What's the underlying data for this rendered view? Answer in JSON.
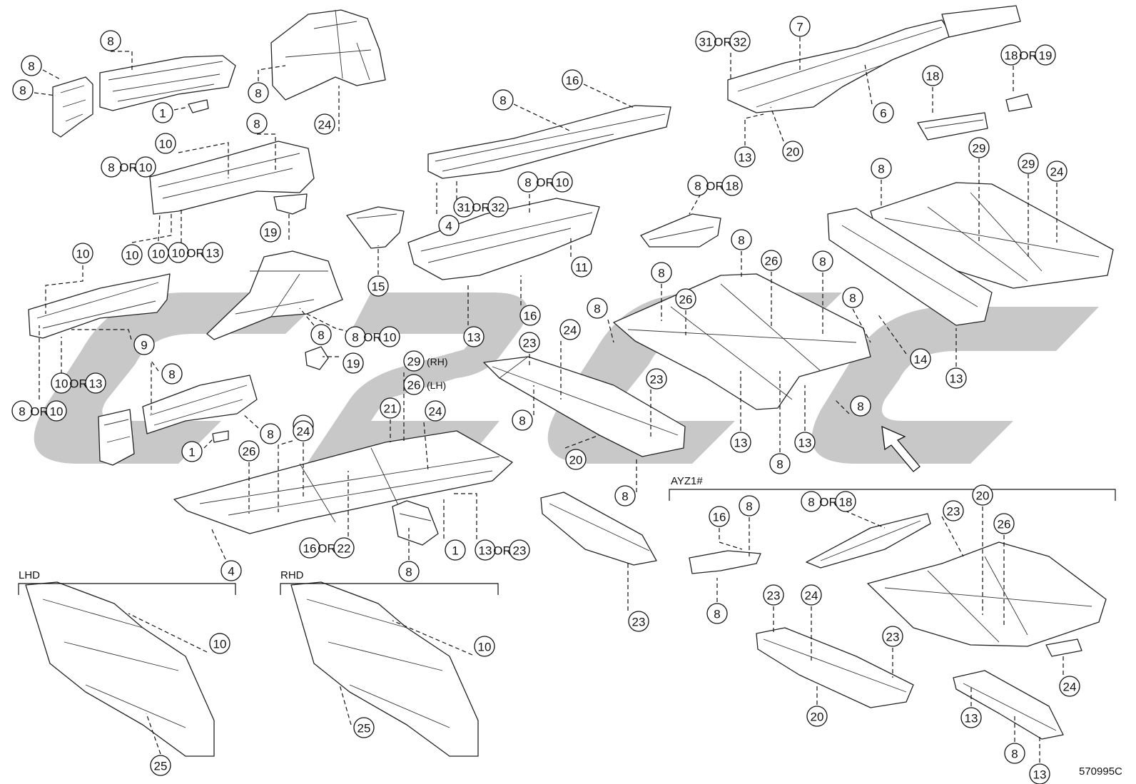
{
  "diagram": {
    "code": "570995C",
    "or_word": "OR",
    "group_labels": {
      "lhd": "LHD",
      "rhd": "RHD",
      "ayz": "AYZ1#"
    },
    "rh_tag": "(RH)",
    "lh_tag": "(LH)",
    "watermark": "c2c"
  },
  "callouts": [
    {
      "id": "c1",
      "nums": [
        "8"
      ]
    },
    {
      "id": "c2",
      "nums": [
        "8"
      ]
    },
    {
      "id": "c3",
      "nums": [
        "8"
      ]
    },
    {
      "id": "c4",
      "nums": [
        "1"
      ]
    },
    {
      "id": "c5",
      "nums": [
        "8"
      ]
    },
    {
      "id": "c6",
      "nums": [
        "24"
      ]
    },
    {
      "id": "c7",
      "nums": [
        "10"
      ]
    },
    {
      "id": "c8",
      "nums": [
        "8",
        "10"
      ]
    },
    {
      "id": "c9",
      "nums": [
        "8"
      ]
    },
    {
      "id": "c10",
      "nums": [
        "19"
      ]
    },
    {
      "id": "c11",
      "nums": [
        "10"
      ]
    },
    {
      "id": "c12",
      "nums": [
        "10"
      ]
    },
    {
      "id": "c13",
      "nums": [
        "10",
        "13"
      ]
    },
    {
      "id": "c14",
      "nums": [
        "10"
      ]
    },
    {
      "id": "c15",
      "nums": [
        "9"
      ]
    },
    {
      "id": "c16",
      "nums": [
        "10",
        "13"
      ]
    },
    {
      "id": "c17",
      "nums": [
        "8",
        "10"
      ]
    },
    {
      "id": "c18",
      "nums": [
        "8"
      ]
    },
    {
      "id": "c19",
      "nums": [
        "8"
      ]
    },
    {
      "id": "c20",
      "nums": [
        "1"
      ]
    },
    {
      "id": "c21",
      "nums": [
        "24"
      ]
    },
    {
      "id": "c22",
      "nums": [
        "8",
        "10"
      ]
    },
    {
      "id": "c23",
      "nums": [
        "19"
      ]
    },
    {
      "id": "c24",
      "nums": [
        "8"
      ]
    },
    {
      "id": "c25",
      "nums": [
        "16"
      ]
    },
    {
      "id": "c26",
      "nums": [
        "8"
      ]
    },
    {
      "id": "c27",
      "nums": [
        "31",
        "32"
      ]
    },
    {
      "id": "c28",
      "nums": [
        "4"
      ]
    },
    {
      "id": "c29",
      "nums": [
        "15"
      ]
    },
    {
      "id": "c30",
      "nums": [
        "8",
        "10"
      ]
    },
    {
      "id": "c31",
      "nums": [
        "11"
      ]
    },
    {
      "id": "c32",
      "nums": [
        "13"
      ]
    },
    {
      "id": "c33",
      "nums": [
        "16"
      ]
    },
    {
      "id": "c34",
      "nums": [
        "26"
      ]
    },
    {
      "id": "c35",
      "nums": [
        "24"
      ]
    },
    {
      "id": "c36",
      "nums": [
        "16",
        "22"
      ]
    },
    {
      "id": "c37",
      "nums": [
        "4"
      ]
    },
    {
      "id": "c38",
      "nums": [
        "21"
      ]
    },
    {
      "id": "c39",
      "nums": [
        "29"
      ],
      "tag": "rh"
    },
    {
      "id": "c40",
      "nums": [
        "26"
      ],
      "tag": "lh"
    },
    {
      "id": "c41",
      "nums": [
        "24"
      ]
    },
    {
      "id": "c42",
      "nums": [
        "8"
      ]
    },
    {
      "id": "c43",
      "nums": [
        "1"
      ]
    },
    {
      "id": "c44",
      "nums": [
        "13",
        "23"
      ]
    },
    {
      "id": "c45",
      "nums": [
        "23"
      ]
    },
    {
      "id": "c46",
      "nums": [
        "24"
      ]
    },
    {
      "id": "c47",
      "nums": [
        "8"
      ]
    },
    {
      "id": "c48",
      "nums": [
        "8"
      ]
    },
    {
      "id": "c49",
      "nums": [
        "20"
      ]
    },
    {
      "id": "c50",
      "nums": [
        "23"
      ]
    },
    {
      "id": "c51",
      "nums": [
        "8"
      ]
    },
    {
      "id": "c52",
      "nums": [
        "23"
      ]
    },
    {
      "id": "c53",
      "nums": [
        "31",
        "32"
      ]
    },
    {
      "id": "c54",
      "nums": [
        "7"
      ]
    },
    {
      "id": "c55",
      "nums": [
        "6"
      ]
    },
    {
      "id": "c56",
      "nums": [
        "13"
      ]
    },
    {
      "id": "c57",
      "nums": [
        "20"
      ]
    },
    {
      "id": "c58",
      "nums": [
        "18",
        "19"
      ]
    },
    {
      "id": "c59",
      "nums": [
        "18"
      ]
    },
    {
      "id": "c60",
      "nums": [
        "8"
      ]
    },
    {
      "id": "c61",
      "nums": [
        "29"
      ]
    },
    {
      "id": "c62",
      "nums": [
        "29"
      ]
    },
    {
      "id": "c63",
      "nums": [
        "24"
      ]
    },
    {
      "id": "c64",
      "nums": [
        "8",
        "18"
      ]
    },
    {
      "id": "c65",
      "nums": [
        "8"
      ]
    },
    {
      "id": "c66",
      "nums": [
        "26"
      ]
    },
    {
      "id": "c67",
      "nums": [
        "8"
      ]
    },
    {
      "id": "c68",
      "nums": [
        "8"
      ]
    },
    {
      "id": "c69",
      "nums": [
        "26"
      ]
    },
    {
      "id": "c70",
      "nums": [
        "8"
      ]
    },
    {
      "id": "c71",
      "nums": [
        "13"
      ]
    },
    {
      "id": "c72",
      "nums": [
        "8"
      ]
    },
    {
      "id": "c73",
      "nums": [
        "13"
      ]
    },
    {
      "id": "c74",
      "nums": [
        "8"
      ]
    },
    {
      "id": "c75",
      "nums": [
        "14"
      ]
    },
    {
      "id": "c76",
      "nums": [
        "13"
      ]
    },
    {
      "id": "c77",
      "nums": [
        "10"
      ]
    },
    {
      "id": "c78",
      "nums": [
        "25"
      ]
    },
    {
      "id": "c79",
      "nums": [
        "10"
      ]
    },
    {
      "id": "c80",
      "nums": [
        "25"
      ]
    },
    {
      "id": "c81",
      "nums": [
        "16"
      ]
    },
    {
      "id": "c82",
      "nums": [
        "8"
      ]
    },
    {
      "id": "c83",
      "nums": [
        "8"
      ]
    },
    {
      "id": "c84",
      "nums": [
        "8",
        "18"
      ]
    },
    {
      "id": "c85",
      "nums": [
        "23"
      ]
    },
    {
      "id": "c86",
      "nums": [
        "20"
      ]
    },
    {
      "id": "c87",
      "nums": [
        "26"
      ]
    },
    {
      "id": "c88",
      "nums": [
        "23"
      ]
    },
    {
      "id": "c89",
      "nums": [
        "24"
      ]
    },
    {
      "id": "c90",
      "nums": [
        "23"
      ]
    },
    {
      "id": "c91",
      "nums": [
        "20"
      ]
    },
    {
      "id": "c92",
      "nums": [
        "24"
      ]
    },
    {
      "id": "c93",
      "nums": [
        "13"
      ]
    },
    {
      "id": "c94",
      "nums": [
        "8"
      ]
    },
    {
      "id": "c95",
      "nums": [
        "13"
      ]
    }
  ]
}
